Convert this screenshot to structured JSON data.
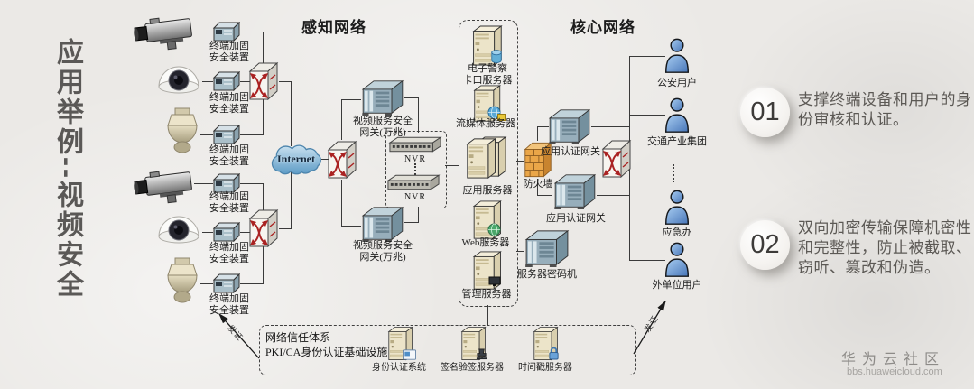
{
  "title": "应用举例--视频安全",
  "sections": {
    "perception": "感知网络",
    "core": "核心网络"
  },
  "labels": {
    "encryption_device": "终端加固\n安全装置",
    "internet": "Internet",
    "video_gateway": "视频服务安全\n网关(万兆)",
    "nvr": "NVR",
    "firewall": "防火墙",
    "auth_gateway": "应用认证网关",
    "cipher_machine": "服务器密码机",
    "issue_cert": "发证"
  },
  "core_servers": {
    "checkpoint": "电子警察\n卡口服务器",
    "streaming": "流媒体服务器",
    "application": "应用服务器",
    "web": "Web服务器",
    "management": "管理服务器"
  },
  "users": {
    "police": "公安用户",
    "transport_group": "交通产业集团",
    "emergency_office": "应急办",
    "external": "外单位用户"
  },
  "pki": {
    "title": "网络信任体系\nPKI/CA身份认证基础设施",
    "identity_system": "身份认证系统",
    "signature_server": "签名验签服务器",
    "timestamp_server": "时间戳服务器"
  },
  "notes": [
    {
      "num": "01",
      "text": "支撑终端设备和用户的身份审核和认证。"
    },
    {
      "num": "02",
      "text": "双向加密传输保障机密性和完整性，防止被截取、窃听、篡改和伪造。"
    }
  ],
  "watermark": {
    "community": "华为云社区",
    "site": "bbs.huaweicloud.com"
  },
  "colors": {
    "user_blue": "#4876b8",
    "firewall_orange": "#eaa648",
    "switch_red": "#aa2222",
    "cloud_blue": "#5e9cc6"
  }
}
